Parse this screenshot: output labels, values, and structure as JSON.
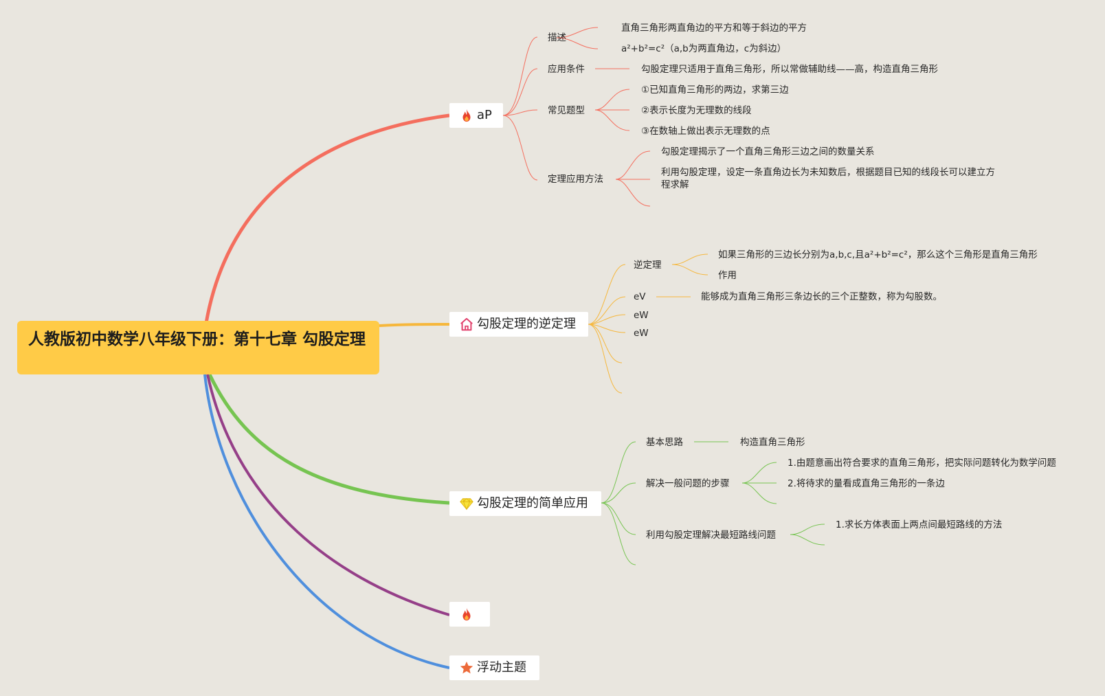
{
  "root": {
    "title": "人教版初中数学八年级下册：第十七章 勾股定理"
  },
  "branches": {
    "theorem": {
      "label": "aP",
      "icon": "fire-icon",
      "color": "#f46e5e",
      "children": {
        "describe": {
          "label": "描述",
          "items": [
            "直角三角形两直角边的平方和等于斜边的平方",
            "a²+b²=c²（a,b为两直角边，c为斜边）"
          ]
        },
        "condition": {
          "label": "应用条件",
          "items": [
            "勾股定理只适用于直角三角形，所以常做辅助线——高，构造直角三角形"
          ]
        },
        "common_types": {
          "label": "常见题型",
          "items": [
            "①已知直角三角形的两边，求第三边",
            "②表示长度为无理数的线段",
            "③在数轴上做出表示无理数的点"
          ]
        },
        "method": {
          "label": "定理应用方法",
          "items": [
            "勾股定理揭示了一个直角三角形三边之间的数量关系",
            "利用勾股定理，设定一条直角边长为未知数后，根据题目已知的线段长可以建立方程求解"
          ]
        }
      }
    },
    "converse": {
      "label": "勾股定理的逆定理",
      "icon": "house-icon",
      "color": "#f6b73c",
      "children": {
        "converse_theorem": {
          "label": "逆定理",
          "items": [
            "如果三角形的三边长分别为a,b,c,且a²+b²=c²，那么这个三角形是直角三角形",
            "作用"
          ]
        },
        "ev": {
          "label": "eV",
          "items": [
            "能够成为直角三角形三条边长的三个正整数，称为勾股数。"
          ]
        },
        "ew1": {
          "label": "eW"
        },
        "ew2": {
          "label": "eW"
        }
      }
    },
    "application": {
      "label": "勾股定理的简单应用",
      "icon": "gem-icon",
      "color": "#76c451",
      "children": {
        "basic_idea": {
          "label": "基本思路",
          "items": [
            "构造直角三角形"
          ]
        },
        "steps": {
          "label": "解决一般问题的步骤",
          "items": [
            "1.由题意画出符合要求的直角三角形，把实际问题转化为数学问题",
            "2.将待求的量看成直角三角形的一条边"
          ]
        },
        "shortest_path": {
          "label": "利用勾股定理解决最短路线问题",
          "items": [
            "1.求长方体表面上两点间最短路线的方法"
          ]
        }
      }
    },
    "empty": {
      "label": "",
      "icon": "fire-icon",
      "color": "#953f88"
    },
    "floating": {
      "label": "浮动主题",
      "icon": "star-icon",
      "color": "#4f8fdd"
    }
  }
}
